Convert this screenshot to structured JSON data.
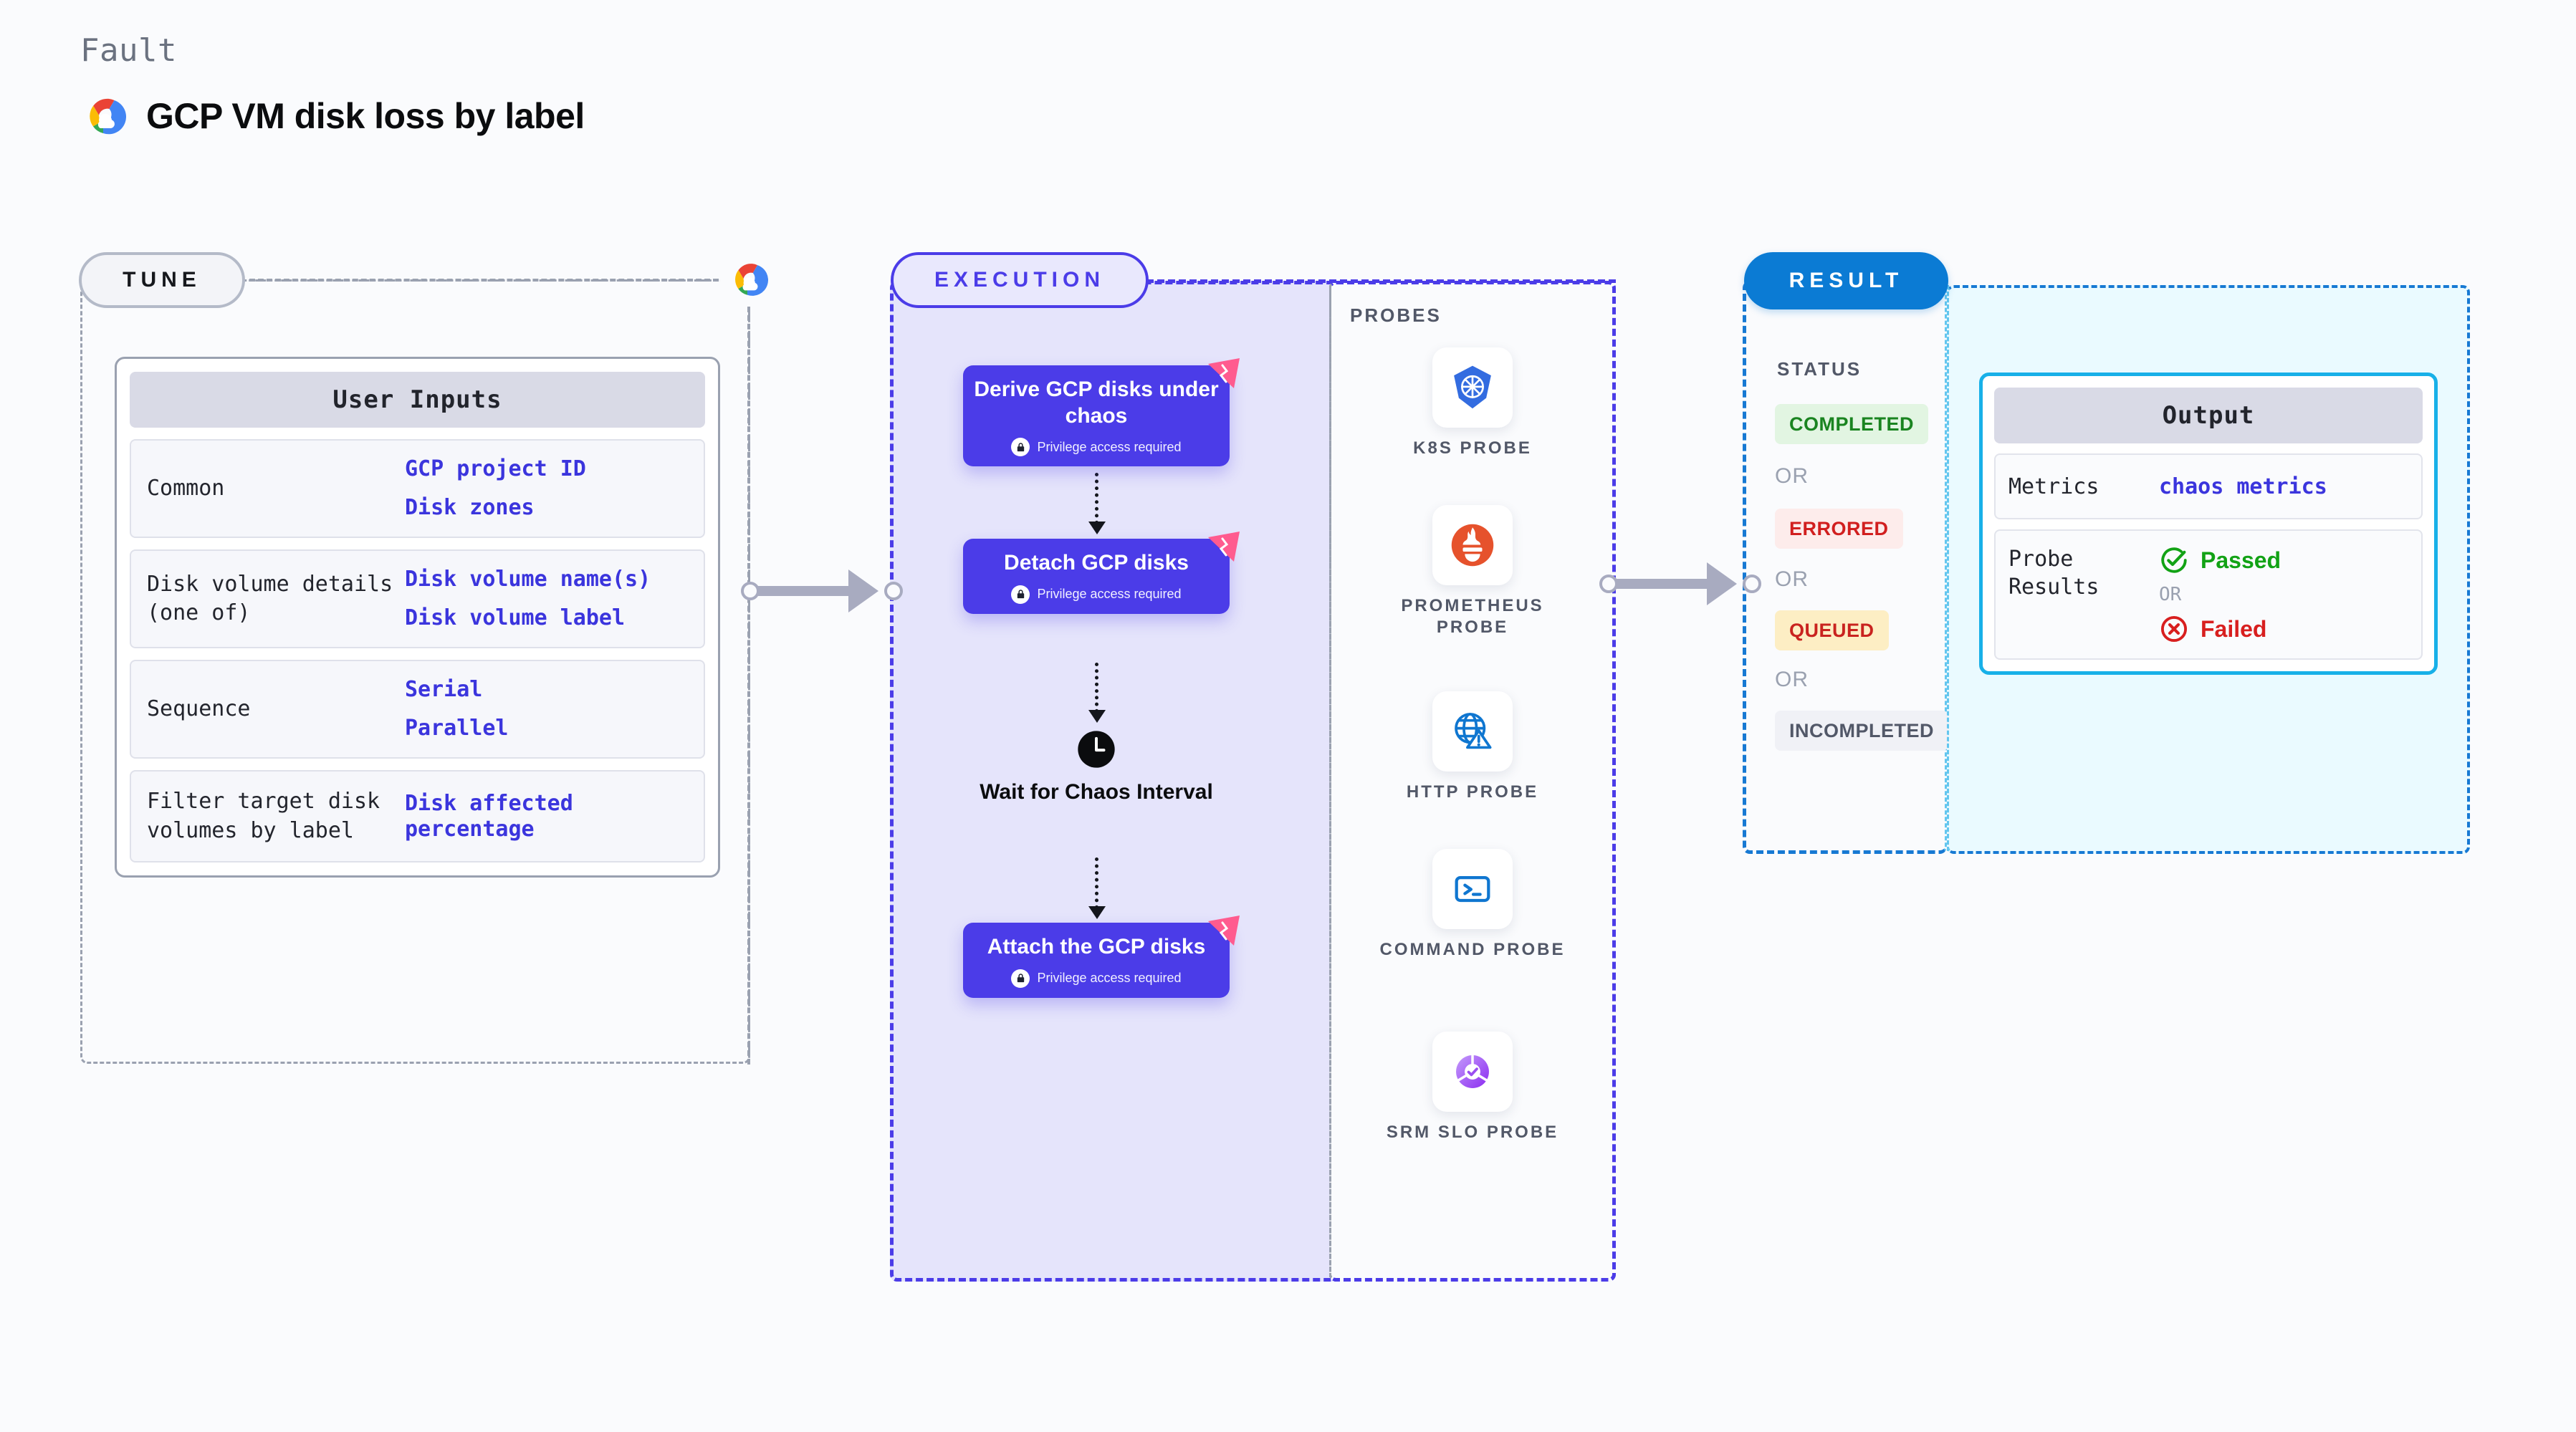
{
  "header": {
    "eyebrow": "Fault",
    "title": "GCP VM disk loss by label",
    "logo_icon": "google-cloud-icon"
  },
  "tune": {
    "badge": "TUNE",
    "provider_icon": "google-cloud-icon",
    "card_title": "User Inputs",
    "rows": [
      {
        "key": "Common",
        "values": [
          "GCP project ID",
          "Disk zones"
        ]
      },
      {
        "key": "Disk volume details (one of)",
        "values": [
          "Disk volume name(s)",
          "Disk volume label"
        ]
      },
      {
        "key": "Sequence",
        "values": [
          "Serial",
          "Parallel"
        ]
      },
      {
        "key": "Filter target disk volumes by label",
        "values": [
          "Disk affected percentage"
        ]
      }
    ]
  },
  "execution": {
    "badge": "EXECUTION",
    "privilege_note": "Privilege access required",
    "nodes": [
      {
        "label": "Derive GCP disks under chaos",
        "privileged": true,
        "ribbon_icon": "chaos-ribbon-icon",
        "lock_icon": "lock-icon"
      },
      {
        "label": "Detach GCP disks",
        "privileged": true,
        "ribbon_icon": "chaos-ribbon-icon",
        "lock_icon": "lock-icon"
      },
      {
        "label": "Attach the GCP disks",
        "privileged": true,
        "ribbon_icon": "chaos-ribbon-icon",
        "lock_icon": "lock-icon"
      }
    ],
    "wait": {
      "label": "Wait for Chaos Interval",
      "icon": "clock-icon"
    }
  },
  "probes": {
    "title": "PROBES",
    "items": [
      {
        "label": "K8S PROBE",
        "icon": "kubernetes-icon",
        "color": "#336ce0"
      },
      {
        "label": "PROMETHEUS PROBE",
        "icon": "prometheus-icon",
        "color": "#e6522c"
      },
      {
        "label": "HTTP PROBE",
        "icon": "http-globe-warning-icon",
        "color": "#0f76d0"
      },
      {
        "label": "COMMAND PROBE",
        "icon": "terminal-icon",
        "color": "#0f76d0"
      },
      {
        "label": "SRM SLO PROBE",
        "icon": "srm-slo-icon",
        "color": "#9a4ef0"
      }
    ]
  },
  "result": {
    "badge": "RESULT",
    "status_heading": "STATUS",
    "or_label": "OR",
    "statuses": [
      {
        "label": "COMPLETED",
        "bg": "#e2f5e2",
        "fg": "#1a8420"
      },
      {
        "label": "ERRORED",
        "bg": "#fdeceb",
        "fg": "#d11f1f"
      },
      {
        "label": "QUEUED",
        "bg": "#fdeec4",
        "fg": "#c9231f"
      },
      {
        "label": "INCOMPLETED",
        "bg": "#f0f1f6",
        "fg": "#525868"
      }
    ]
  },
  "output": {
    "card_title": "Output",
    "or_label": "OR",
    "metrics": {
      "key": "Metrics",
      "value": "chaos metrics"
    },
    "probe_results": {
      "key": "Probe Results",
      "passed": {
        "label": "Passed",
        "icon": "check-circle-icon",
        "color": "#12a215"
      },
      "failed": {
        "label": "Failed",
        "icon": "x-circle-icon",
        "color": "#d81f1f"
      }
    }
  }
}
